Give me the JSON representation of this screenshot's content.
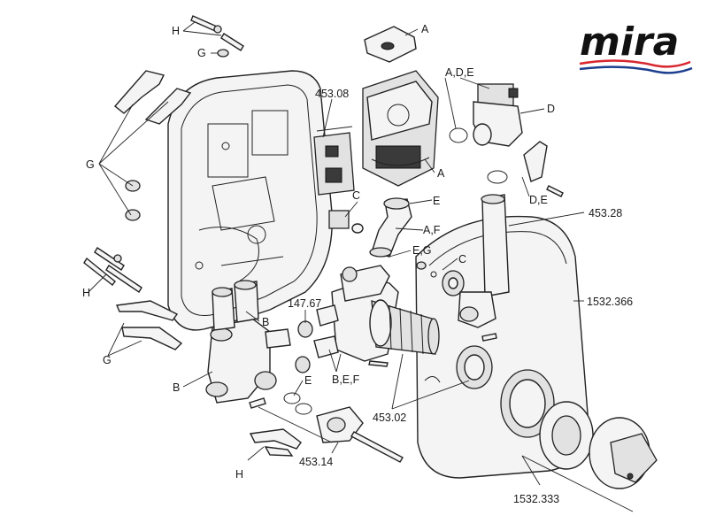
{
  "brand": {
    "logo_text": "mira",
    "accent_red": "#d8272f",
    "accent_blue": "#1d3f8f"
  },
  "callouts": [
    {
      "id": "A-top",
      "text": "A"
    },
    {
      "id": "ADE",
      "text": "A,D,E"
    },
    {
      "id": "D",
      "text": "D"
    },
    {
      "id": "H-top",
      "text": "H"
    },
    {
      "id": "G-top",
      "text": "G"
    },
    {
      "id": "453-08",
      "text": "453.08"
    },
    {
      "id": "G-left",
      "text": "G"
    },
    {
      "id": "A-mid",
      "text": "A"
    },
    {
      "id": "DE",
      "text": "D,E"
    },
    {
      "id": "C-top",
      "text": "C"
    },
    {
      "id": "E-mid",
      "text": "E"
    },
    {
      "id": "453-28",
      "text": "453.28"
    },
    {
      "id": "AF",
      "text": "A,F"
    },
    {
      "id": "EG",
      "text": "E,G"
    },
    {
      "id": "C-mid",
      "text": "C"
    },
    {
      "id": "H-left",
      "text": "H"
    },
    {
      "id": "1532-366",
      "text": "1532.366"
    },
    {
      "id": "147-67",
      "text": "147.67"
    },
    {
      "id": "B-mid",
      "text": "B"
    },
    {
      "id": "G-low",
      "text": "G"
    },
    {
      "id": "B-low",
      "text": "B"
    },
    {
      "id": "E-low",
      "text": "E"
    },
    {
      "id": "BEF",
      "text": "B,E,F"
    },
    {
      "id": "453-02",
      "text": "453.02"
    },
    {
      "id": "453-14",
      "text": "453.14"
    },
    {
      "id": "H-bottom",
      "text": "H"
    },
    {
      "id": "1532-333",
      "text": "1532.333"
    }
  ]
}
